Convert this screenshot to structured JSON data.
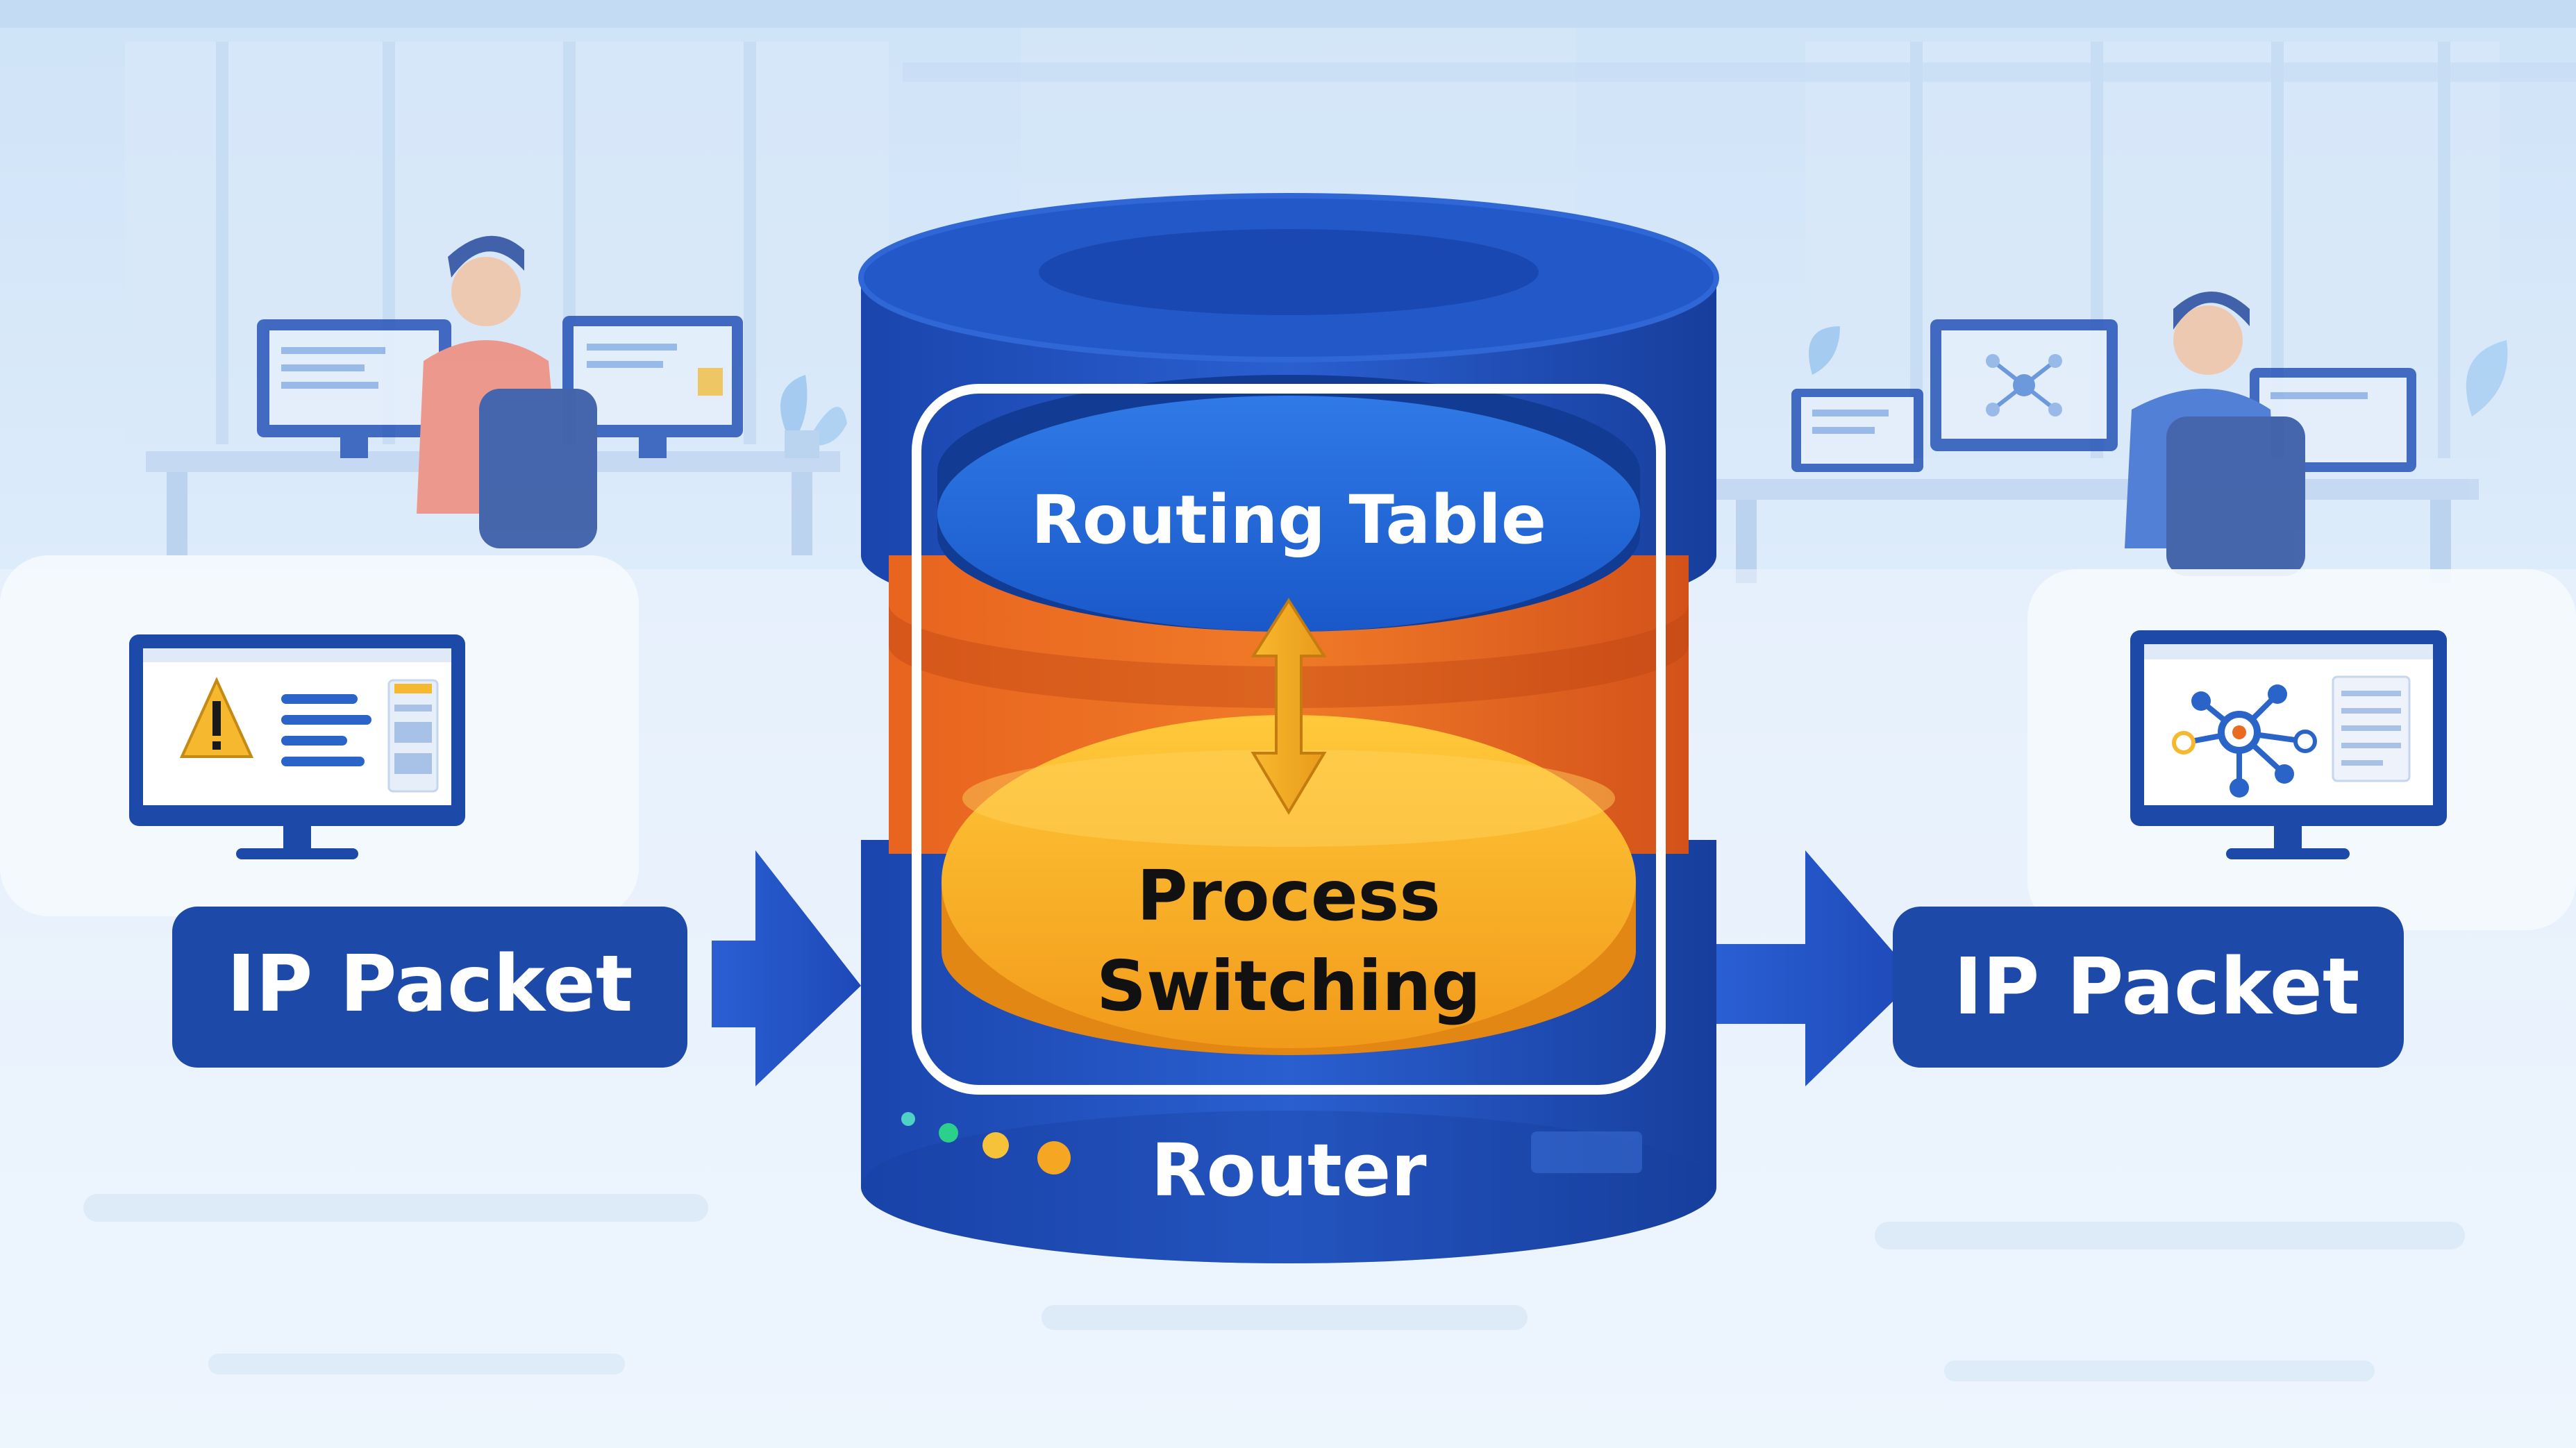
{
  "diagram": {
    "routing_table_label": "Routing Table",
    "process_switching_line1": "Process",
    "process_switching_line2": "Switching",
    "router_label": "Router",
    "incoming_packet_label": "IP Packet",
    "outgoing_packet_label": "IP Packet"
  },
  "colors": {
    "router_blue": "#1f4fbf",
    "routing_table_blue": "#1f6fe0",
    "process_orange": "#f0a020",
    "packet_box": "#1d4aa8",
    "arrow_blue": "#2251c9",
    "status_leds": [
      "#4fd1c5",
      "#2bd18a",
      "#f5c23a",
      "#f5a623"
    ]
  },
  "icons": {
    "left_monitor": "warning-document-monitor-icon",
    "right_monitor": "network-node-monitor-icon",
    "exchange_arrow": "double-headed-vertical-arrow-icon"
  }
}
